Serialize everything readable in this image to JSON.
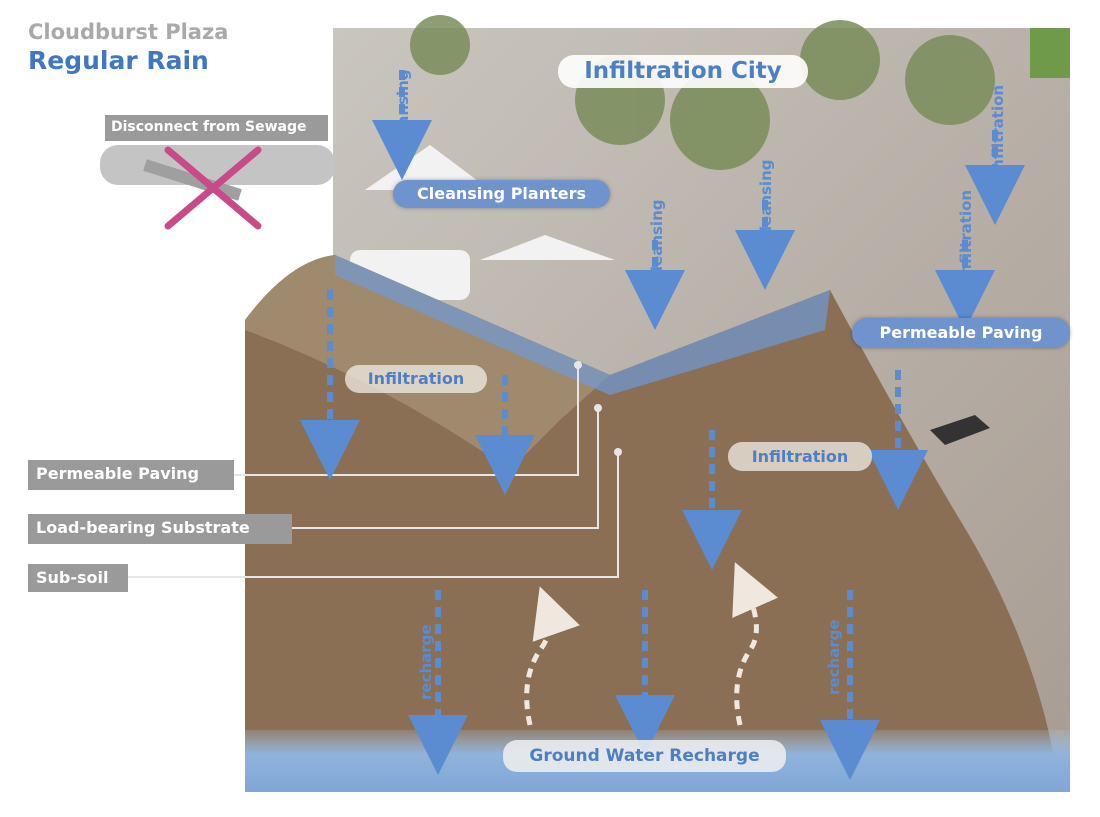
{
  "header": {
    "title": "Cloudburst Plaza",
    "subtitle": "Regular Rain"
  },
  "sewage": {
    "label": "Disconnect from Sewage"
  },
  "labels": {
    "infiltration_city": "Infiltration City",
    "cleansing_planters": "Cleansing Planters",
    "permeable_paving_right": "Permeable Paving",
    "infiltration_left": "Infiltration",
    "infiltration_mid": "Infiltration",
    "ground_water": "Ground Water Recharge"
  },
  "vertical_labels": {
    "cleansing_1": "cleansing",
    "cleansing_2": "cleansing",
    "cleansing_3": "cleansing",
    "infiltration_1": "infiltration",
    "infiltration_2": "infiltration",
    "recharge_1": "recharge",
    "recharge_2": "recharge"
  },
  "layers": [
    {
      "label": "Permeable Paving"
    },
    {
      "label": "Load-bearing Substrate"
    },
    {
      "label": "Sub-soil"
    }
  ],
  "colors": {
    "accent": "#3f78c1",
    "arrow": "#5b8bd0",
    "cross": "#c84a86",
    "soil": "#8a6f55",
    "water": "#8fb3dc"
  }
}
